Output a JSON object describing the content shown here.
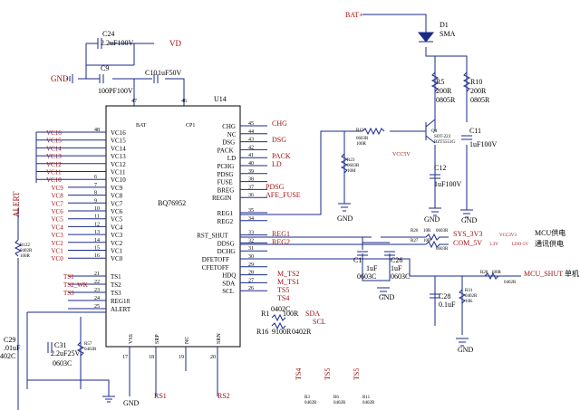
{
  "ic": {
    "ref": "U14",
    "part": "BQ76952",
    "left_pins": [
      {
        "name": "VC16",
        "num": "48"
      },
      {
        "name": "VC15",
        "num": ""
      },
      {
        "name": "VC14",
        "num": ""
      },
      {
        "name": "VC13",
        "num": ""
      },
      {
        "name": "VC12",
        "num": ""
      },
      {
        "name": "VC11",
        "num": ""
      },
      {
        "name": "VC10",
        "num": "6"
      },
      {
        "name": "VC9",
        "num": "7"
      },
      {
        "name": "VC8",
        "num": "8"
      },
      {
        "name": "VC7",
        "num": "9"
      },
      {
        "name": "VC6",
        "num": "10"
      },
      {
        "name": "VC5",
        "num": "11"
      },
      {
        "name": "VC4",
        "num": "12"
      },
      {
        "name": "VC3",
        "num": "13"
      },
      {
        "name": "VC2",
        "num": "14"
      },
      {
        "name": "VC1",
        "num": "15"
      },
      {
        "name": "VC0",
        "num": "16"
      }
    ],
    "left_pins2": [
      {
        "name": "TS1",
        "num": "21"
      },
      {
        "name": "TS2",
        "num": "22"
      },
      {
        "name": "TS3",
        "num": "23"
      },
      {
        "name": "REG18",
        "num": "24"
      },
      {
        "name": "ALERT",
        "num": "25"
      }
    ],
    "right_pins": [
      {
        "name": "CHG",
        "num": "45"
      },
      {
        "name": "NC",
        "num": "44"
      },
      {
        "name": "DSG",
        "num": "43"
      },
      {
        "name": "PACK",
        "num": "42"
      },
      {
        "name": "LD",
        "num": "41"
      },
      {
        "name": "PCHG",
        "num": "40"
      },
      {
        "name": "PDSG",
        "num": "39"
      },
      {
        "name": "FUSE",
        "num": "38"
      },
      {
        "name": "BREG",
        "num": "37"
      },
      {
        "name": "REGIN",
        "num": "36"
      },
      {
        "name": "REG1",
        "num": "35"
      },
      {
        "name": "REG2",
        "num": "34"
      },
      {
        "name": "RST_SHUT",
        "num": "33"
      },
      {
        "name": "DDSG",
        "num": "32"
      },
      {
        "name": "DCHG",
        "num": "31"
      },
      {
        "name": "DFETOFF",
        "num": "30"
      },
      {
        "name": "CFETOFF",
        "num": "29"
      },
      {
        "name": "HDQ",
        "num": "28"
      },
      {
        "name": "SDA",
        "num": "27"
      },
      {
        "name": "SCL",
        "num": "26"
      }
    ],
    "top_pins": [
      {
        "name": "BAT",
        "num": "47"
      },
      {
        "name": "CP1",
        "num": "46"
      }
    ],
    "bottom_pins": [
      {
        "name": "VSS",
        "num": "17"
      },
      {
        "name": "SRP",
        "num": "18"
      },
      {
        "name": "NC",
        "num": "19"
      },
      {
        "name": "SRN",
        "num": "20"
      }
    ]
  },
  "left_nets": [
    "VC16",
    "VC15",
    "VC14",
    "VC13",
    "VC12",
    "VC11",
    "VC10",
    "VC9",
    "VC8",
    "VC7",
    "VC6",
    "VC5",
    "VC4",
    "VC3",
    "VC2",
    "VC1",
    "VC0"
  ],
  "left_nets2": [
    "TS1",
    "TS2_WK",
    "TS3"
  ],
  "right_nets": {
    "chg": "CHG",
    "dsg": "DSG",
    "pack": "PACK",
    "ld": "LD",
    "pdsg": "PDSG",
    "afe_fuse": "AFE_FUSE",
    "reg1": "REG1",
    "reg2": "REG2",
    "m_ts2": "M_TS2",
    "m_ts1": "M_TS1",
    "ts5": "TS5",
    "ts4": "TS4",
    "sda": "SDA",
    "scl": "SCL",
    "rs1": "RS1",
    "rs2": "RS2"
  },
  "top": {
    "c24_ref": "C24",
    "c24_val": "2.2uF100V",
    "vd": "VD",
    "gnd": "GND",
    "c9_ref": "C9",
    "c9_val": "100PF100V",
    "c10_ref": "C10",
    "c10_val": "1uF50V"
  },
  "bat_plus": "BAT+",
  "d1": {
    "ref": "D1",
    "val": "SMA"
  },
  "r5": {
    "ref": "R5",
    "val": "200R",
    "pkg": "0805R"
  },
  "r10": {
    "ref": "R10",
    "val": "200R",
    "pkg": "0805R"
  },
  "c11": {
    "ref": "C11",
    "val": "1uF100V"
  },
  "c12": {
    "ref": "C12",
    "val": "1uF100V"
  },
  "r13": {
    "ref": "R13",
    "pkg": "0603R",
    "val": "100R"
  },
  "q4": {
    "ref": "Q4",
    "pkg": "SOT-223",
    "val": "BZT5551G"
  },
  "r23": {
    "ref": "R23",
    "pkg": "0603R",
    "val": "10M"
  },
  "vcc5v": "VCC5V",
  "gnd_label": "GND",
  "sys3v3": {
    "net": "SYS_3V3",
    "mcu": "VCC3V3",
    "note": "MCU供电"
  },
  "com5v": {
    "net": "COM_5V",
    "ldo": "3.3V",
    "ldo_net": "LDO-5V",
    "note": "通讯供电"
  },
  "r26": {
    "ref": "R26",
    "val": "10R",
    "pkg": "0603R"
  },
  "r27": {
    "ref": "R27",
    "val": "10R",
    "pkg": "0603R"
  },
  "c1": {
    "ref": "C1",
    "val": "1uF",
    "pkg": "0603C"
  },
  "c26": {
    "ref": "C26",
    "val": "1uF",
    "pkg": "0603C"
  },
  "mcu_shut": "MCU_SHUT",
  "danjin": "单机",
  "r28": {
    "ref": "R28",
    "val": "100R",
    "pkg": "0402R"
  },
  "c28": {
    "ref": "C28",
    "val": "0.1uF"
  },
  "r31": {
    "ref": "R31",
    "pkg": "0402R",
    "val": "10K"
  },
  "r1": {
    "ref": "R1",
    "pkg": "0402C",
    "val": "100R"
  },
  "r16": {
    "ref": "R16",
    "val": "9100R",
    "pkg": "0402R"
  },
  "alert": "ALERT",
  "r122": {
    "ref": "R122",
    "pkg": "0402R",
    "val": "100R"
  },
  "c29": {
    "ref": "C29",
    "val": ".01uF",
    "pkg": "402C"
  },
  "c31": {
    "ref": "C31",
    "val": "2.2uF25V",
    "pkg": "0603C"
  },
  "r57": {
    "ref": "R57",
    "pkg": "0402R"
  },
  "bottom_res": [
    {
      "net": "TS4",
      "ref": "R3",
      "pkg": "0402R"
    },
    {
      "net": "TS5",
      "ref": "R6",
      "pkg": "0402R"
    },
    {
      "net": "TS5",
      "ref": "R11",
      "pkg": "0402R"
    }
  ]
}
